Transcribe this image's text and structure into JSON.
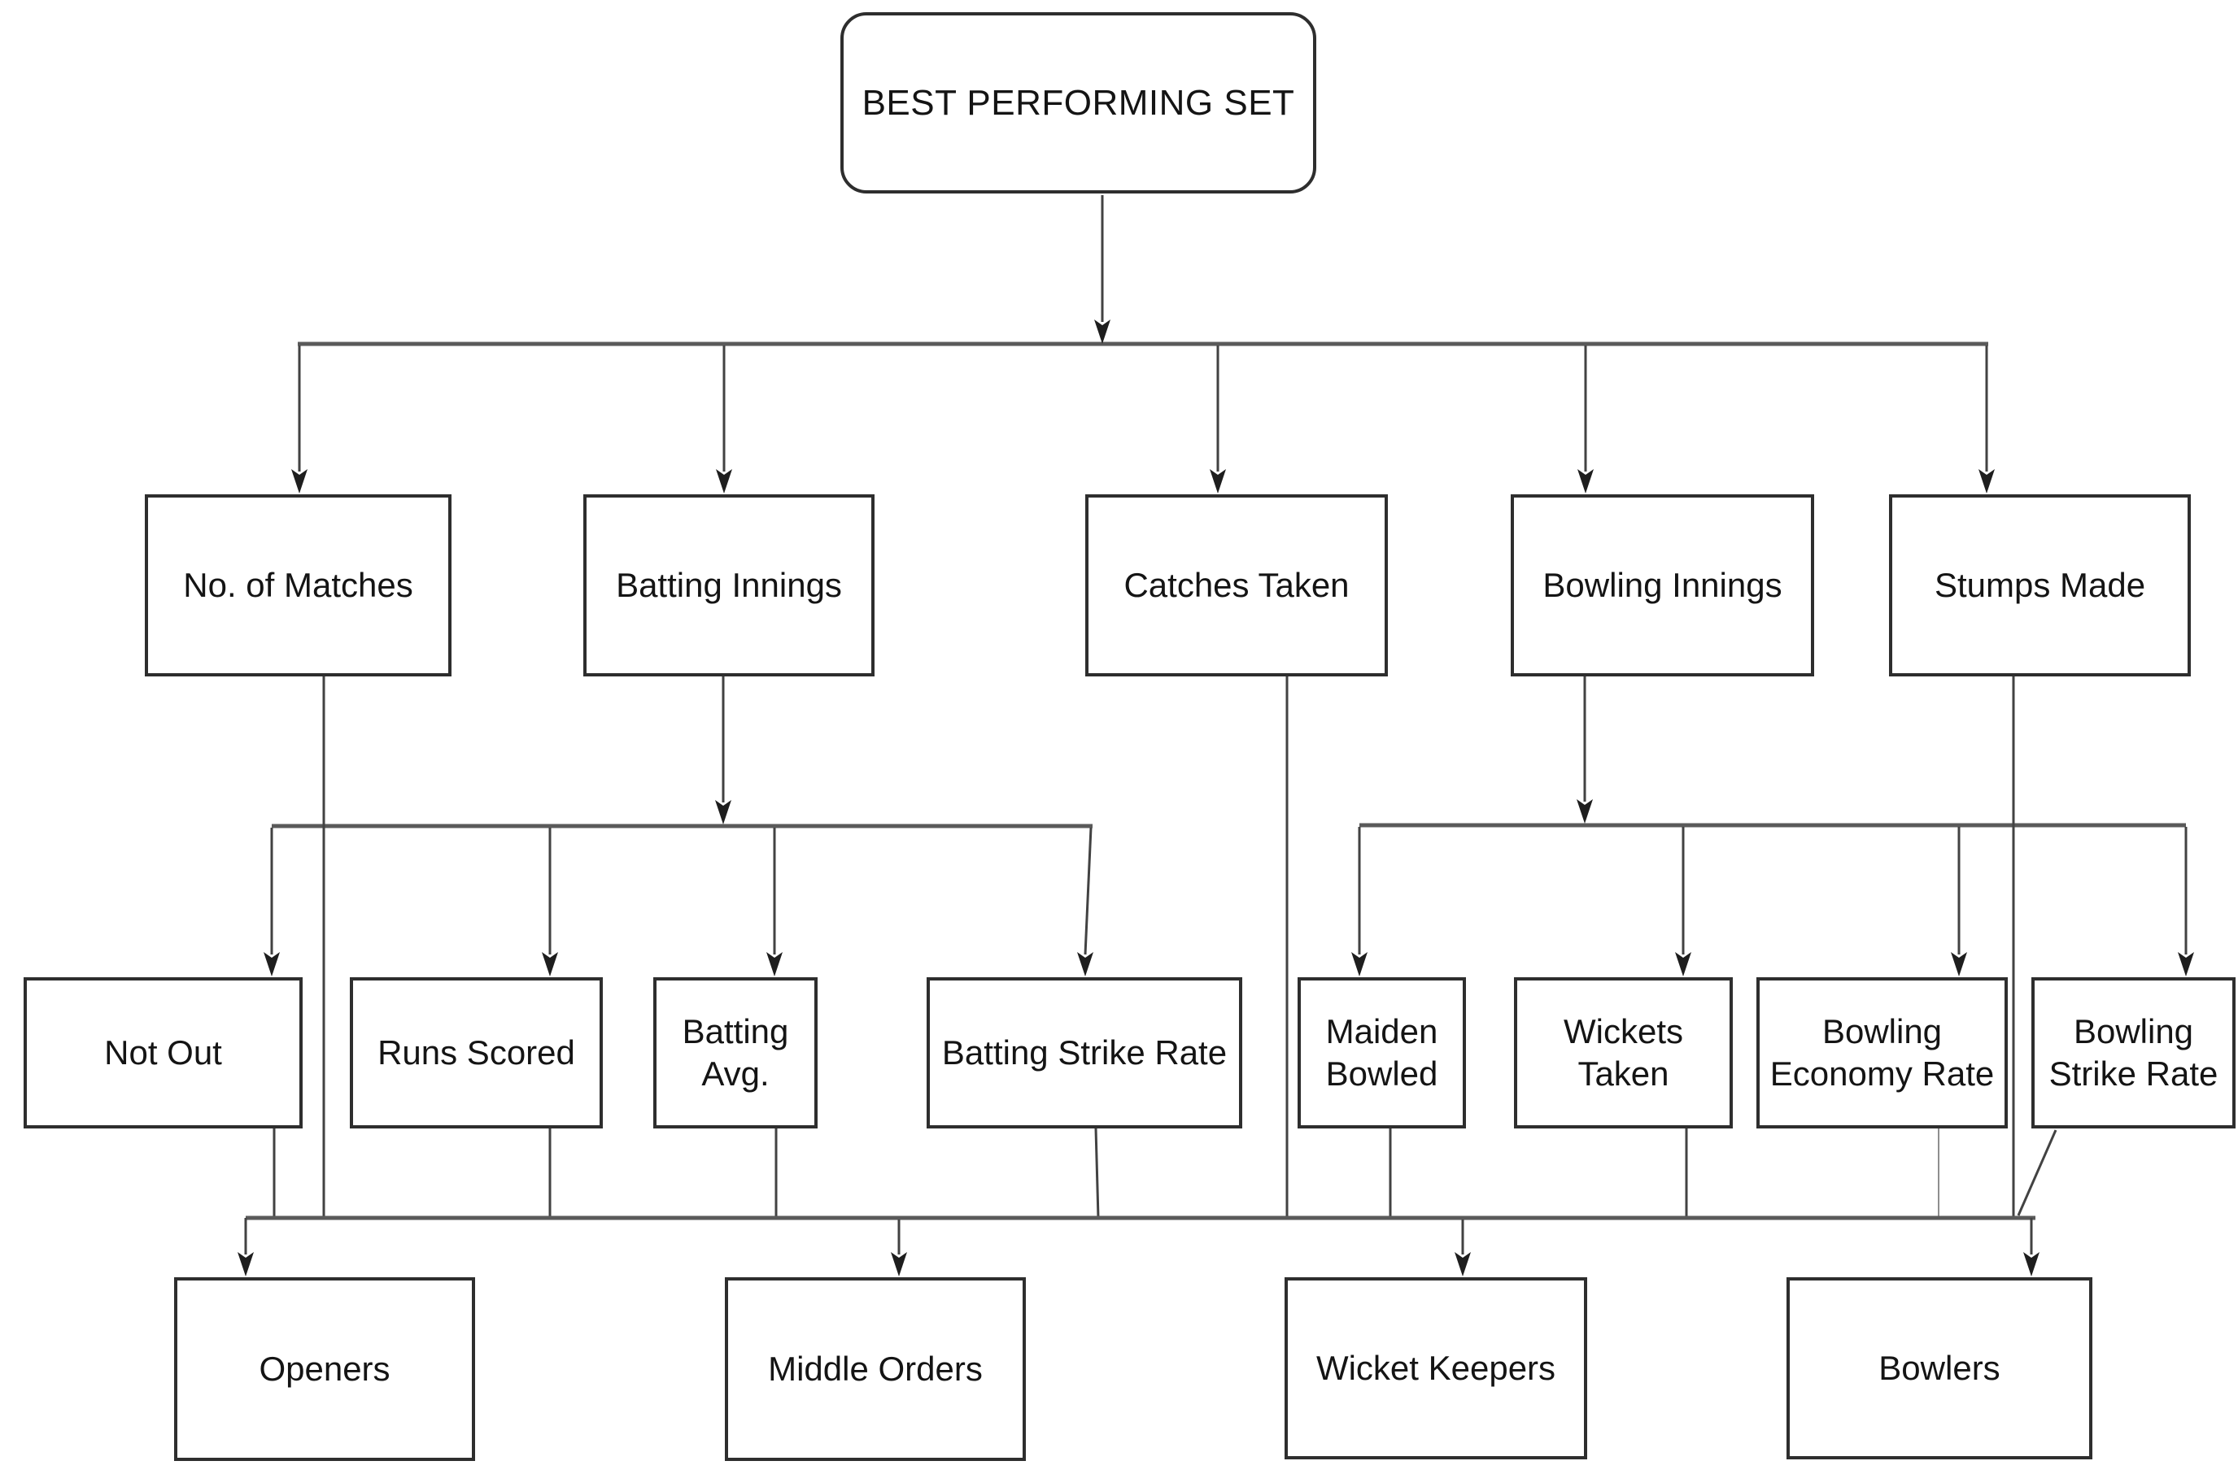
{
  "diagram": {
    "title": "BEST PERFORMING SET",
    "root": {
      "label": "BEST PERFORMING SET"
    },
    "level2": [
      {
        "label": "No. of Matches"
      },
      {
        "label": "Batting Innings"
      },
      {
        "label": "Catches Taken"
      },
      {
        "label": "Bowling Innings"
      },
      {
        "label": "Stumps Made"
      }
    ],
    "level3": [
      {
        "label": "Not Out"
      },
      {
        "label": "Runs Scored"
      },
      {
        "label": "Batting\nAvg."
      },
      {
        "label": "Batting Strike Rate"
      },
      {
        "label": "Maiden\nBowled"
      },
      {
        "label": "Wickets\nTaken"
      },
      {
        "label": "Bowling\nEconomy Rate"
      },
      {
        "label": "Bowling\nStrike Rate"
      }
    ],
    "level4": [
      {
        "label": "Openers"
      },
      {
        "label": "Middle Orders"
      },
      {
        "label": "Wicket Keepers"
      },
      {
        "label": "Bowlers"
      }
    ],
    "edges": {
      "root_to": [
        "No. of Matches",
        "Batting Innings",
        "Catches Taken",
        "Bowling Innings",
        "Stumps Made"
      ],
      "batting_innings_to": [
        "Not Out",
        "Runs Scored",
        "Batting Avg.",
        "Batting Strike Rate"
      ],
      "bowling_innings_to": [
        "Maiden Bowled",
        "Wickets Taken",
        "Bowling Economy Rate",
        "Bowling Strike Rate"
      ],
      "into_player_types_from": [
        "No. of Matches",
        "Catches Taken",
        "Stumps Made",
        "Not Out",
        "Runs Scored",
        "Batting Avg.",
        "Batting Strike Rate",
        "Maiden Bowled",
        "Wickets Taken",
        "Bowling Economy Rate",
        "Bowling Strike Rate"
      ],
      "player_types": [
        "Openers",
        "Middle Orders",
        "Wicket Keepers",
        "Bowlers"
      ]
    },
    "colors": {
      "background": "#ffffff",
      "box_fill": "#ffffff",
      "box_border": "#2e2e2e",
      "line": "#424242",
      "text": "#141414"
    }
  }
}
